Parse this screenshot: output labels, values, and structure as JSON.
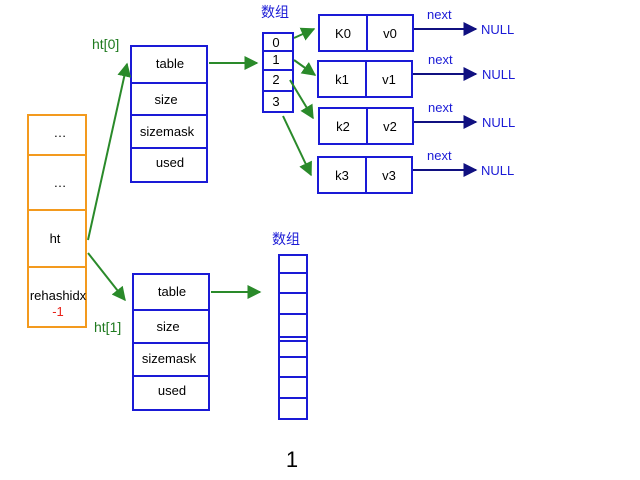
{
  "dict": {
    "cells": [
      "…",
      "…",
      "ht",
      "rehashidx"
    ],
    "rehashidx_value": "-1"
  },
  "ht0": {
    "label": "ht[0]",
    "fields": [
      "table",
      "size",
      "sizemask",
      "used"
    ]
  },
  "ht1": {
    "label": "ht[1]",
    "fields": [
      "table",
      "size",
      "sizemask",
      "used"
    ]
  },
  "array0": {
    "label": "数组",
    "indices": [
      "0",
      "1",
      "2",
      "3"
    ]
  },
  "array1": {
    "label": "数组"
  },
  "entries": [
    {
      "key": "K0",
      "value": "v0",
      "next": "next",
      "null": "NULL"
    },
    {
      "key": "k1",
      "value": "v1",
      "next": "next",
      "null": "NULL"
    },
    {
      "key": "k2",
      "value": "v2",
      "next": "next",
      "null": "NULL"
    },
    {
      "key": "k3",
      "value": "v3",
      "next": "next",
      "null": "NULL"
    }
  ],
  "page_number": "1",
  "colors": {
    "blue": "#1a1ad6",
    "orange": "#f39a1e",
    "green": "#2a8a2a",
    "navy": "#101080",
    "red": "#e8231a"
  }
}
